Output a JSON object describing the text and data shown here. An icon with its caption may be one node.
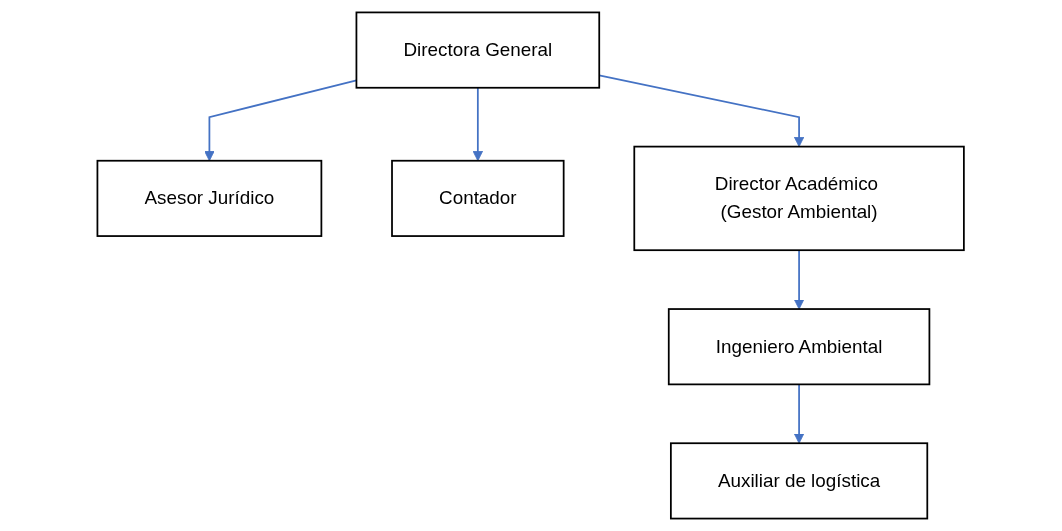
{
  "diagram": {
    "nodes": [
      {
        "text": [
          "Directora General"
        ]
      },
      {
        "text": [
          "Asesor Jurídico"
        ]
      },
      {
        "text": [
          "Contador"
        ]
      },
      {
        "text": [
          "Director Académico (Gestor Ambiental)"
        ]
      },
      {
        "text": [
          "Ingeniero Ambiental"
        ]
      },
      {
        "text": [
          "Auxiliar de logística"
        ]
      }
    ],
    "edges": [
      {
        "from": 0,
        "to": 1,
        "arrow": "to"
      },
      {
        "from": 0,
        "to": 2,
        "arrow": "to"
      },
      {
        "from": 0,
        "to": 3,
        "arrow": "to"
      },
      {
        "from": 3,
        "to": 4,
        "arrow": "to"
      },
      {
        "from": 4,
        "to": 5,
        "arrow": "to"
      }
    ]
  }
}
